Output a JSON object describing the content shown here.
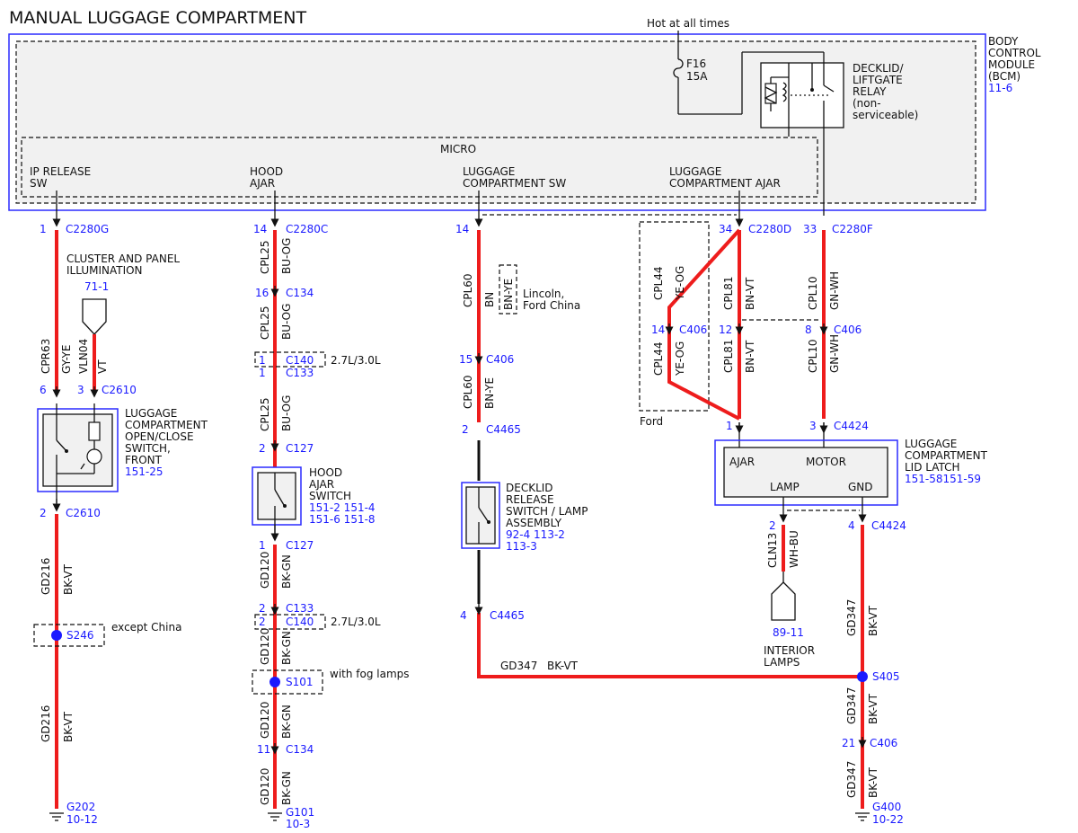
{
  "title": "MANUAL LUGGAGE COMPARTMENT",
  "bcm": {
    "hot_label": "Hot at all times",
    "fuse_name": "F16",
    "fuse_rating": "15A",
    "relay_l1": "DECKLID/",
    "relay_l2": "LIFTGATE",
    "relay_l3": "RELAY",
    "relay_l4": "(non-",
    "relay_l5": "serviceable)",
    "module_l1": "BODY",
    "module_l2": "CONTROL",
    "module_l3": "MODULE",
    "module_l4": "(BCM)",
    "module_ref": "11-6",
    "micro": "MICRO",
    "in1_l1": "IP RELEASE",
    "in1_l2": "SW",
    "in2_l1": "HOOD",
    "in2_l2": "AJAR",
    "in3_l1": "LUGGAGE",
    "in3_l2": "COMPARTMENT SW",
    "in4_l1": "LUGGAGE",
    "in4_l2": "COMPARTMENT AJAR"
  },
  "col1": {
    "pin_top": "1",
    "conn_top": "C2280G",
    "illum_l1": "CLUSTER AND PANEL",
    "illum_l2": "ILLUMINATION",
    "illum_ref": "71-1",
    "wire_a_circuit": "CPR63",
    "wire_a_color": "GY-YE",
    "wire_b_circuit": "VLN04",
    "wire_b_color": "VT",
    "pin_6": "6",
    "pin_3": "3",
    "conn_2610": "C2610",
    "sw_l1": "LUGGAGE",
    "sw_l2": "COMPARTMENT",
    "sw_l3": "OPEN/CLOSE",
    "sw_l4": "SWITCH,",
    "sw_l5": "FRONT",
    "sw_ref": "151-25",
    "pin_2": "2",
    "conn_2610b": "C2610",
    "wire_c_circuit": "GD216",
    "wire_c_color": "BK-VT",
    "splice": "S246",
    "splice_note": "except China",
    "wire_d_circuit": "GD216",
    "wire_d_color": "BK-VT",
    "ground": "G202",
    "ground_ref": "10-12"
  },
  "col2": {
    "pin_top": "14",
    "conn_top": "C2280C",
    "w1_circuit": "CPL25",
    "w1_color": "BU-OG",
    "p16": "16",
    "c134a": "C134",
    "w2_circuit": "CPL25",
    "w2_color": "BU-OG",
    "p1a": "1",
    "c140a": "C140",
    "p1b": "1",
    "c133a": "C133",
    "eng_a": "2.7L/3.0L",
    "w3_circuit": "CPL25",
    "w3_color": "BU-OG",
    "p2a": "2",
    "c127a": "C127",
    "sw_l1": "HOOD",
    "sw_l2": "AJAR",
    "sw_l3": "SWITCH",
    "sw_ref1": "151-2 151-4",
    "sw_ref2": "151-6 151-8",
    "p1c": "1",
    "c127b": "C127",
    "w4_circuit": "GD120",
    "w4_color": "BK-GN",
    "p2b": "2",
    "c133b": "C133",
    "p2c": "2",
    "c140b": "C140",
    "eng_b": "2.7L/3.0L",
    "w5_circuit": "GD120",
    "w5_color": "BK-GN",
    "splice": "S101",
    "splice_note": "with fog lamps",
    "w6_circuit": "GD120",
    "w6_color": "BK-GN",
    "p11": "11",
    "c134b": "C134",
    "w7_circuit": "GD120",
    "w7_color": "BK-GN",
    "ground": "G101",
    "ground_ref": "10-3"
  },
  "col3": {
    "pin_top": "14",
    "w1_circuit": "CPL60",
    "w1_color": "BN",
    "w1_alt": "BN-YE",
    "alt_l1": "Lincoln,",
    "alt_l2": "Ford China",
    "p15": "15",
    "c406": "C406",
    "w2_circuit": "CPL60",
    "w2_color": "BN-YE",
    "p2": "2",
    "c4465a": "C4465",
    "sw_l1": "DECKLID",
    "sw_l2": "RELEASE",
    "sw_l3": "SWITCH / LAMP",
    "sw_l4": "ASSEMBLY",
    "sw_ref1": "92-4  113-2",
    "sw_ref2": "113-3",
    "p4": "4",
    "c4465b": "C4465",
    "gnd_circuit": "GD347",
    "gnd_color": "BK-VT"
  },
  "col4": {
    "pin_top": "34",
    "conn_top": "C2280D",
    "ford_circuit_a": "CPL44",
    "ford_color_a": "YE-OG",
    "p14": "14",
    "c406": "C406",
    "ford_circuit_b": "CPL44",
    "ford_color_b": "YE-OG",
    "ford_label": "Ford",
    "w1_circuit": "CPL81",
    "w1_color": "BN-VT",
    "p12": "12",
    "w2_circuit": "CPL81",
    "w2_color": "BN-VT",
    "p1": "1"
  },
  "col5": {
    "pin_top": "33",
    "conn_top": "C2280F",
    "w1_circuit": "CPL10",
    "w1_color": "GN-WH",
    "p8": "8",
    "c406": "C406",
    "w2_circuit": "CPL10",
    "w2_color": "GN-WH",
    "p3": "3",
    "c4424": "C4424",
    "latch_l1": "LUGGAGE",
    "latch_l2": "COMPARTMENT",
    "latch_l3": "LID LATCH",
    "latch_ref": "151-58151-59",
    "ajar": "AJAR",
    "motor": "MOTOR",
    "lamp": "LAMP",
    "gnd": "GND",
    "p2": "2",
    "lamp_circuit": "CLN13",
    "lamp_color": "WH-BU",
    "lamp_ref": "89-11",
    "lamp_l1": "INTERIOR",
    "lamp_l2": "LAMPS",
    "p4": "4",
    "c4424b": "C4424",
    "w3_circuit": "GD347",
    "w3_color": "BK-VT",
    "splice": "S405",
    "w4_circuit": "GD347",
    "w4_color": "BK-VT",
    "p21": "21",
    "c406b": "C406",
    "w5_circuit": "GD347",
    "w5_color": "BK-VT",
    "ground": "G400",
    "ground_ref": "10-22"
  }
}
